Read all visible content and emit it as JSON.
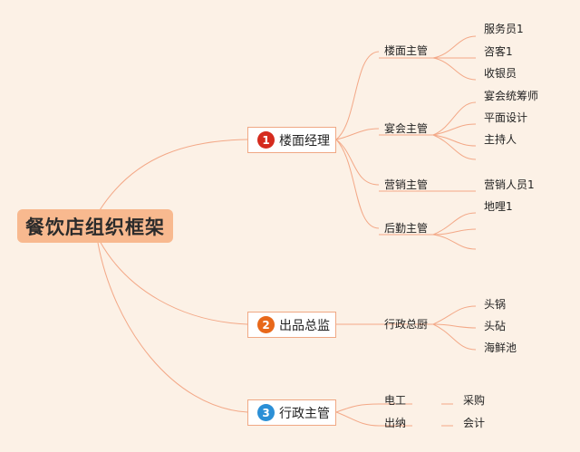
{
  "root": {
    "label": "餐饮店组织框架"
  },
  "branches": [
    {
      "number": "1",
      "label": "楼面经理",
      "badge_color": "#d52b1e"
    },
    {
      "number": "2",
      "label": "出品总监",
      "badge_color": "#e8681a"
    },
    {
      "number": "3",
      "label": "行政主管",
      "badge_color": "#2b8fd6"
    }
  ],
  "level2": {
    "floor_manager": "楼面主管",
    "banquet_manager": "宴会主管",
    "sales_manager": "营销主管",
    "logistics_manager": "后勤主管",
    "executive_chef": "行政总厨",
    "electrician": "电工",
    "cashier_admin": "出纳"
  },
  "level3": {
    "waiter": "服务员1",
    "hostess": "咨客1",
    "cashier": "收银员",
    "banquet_planner": "宴会统筹师",
    "graphic_design": "平面设计",
    "host": "主持人",
    "sales_staff": "营销人员1",
    "dili": "地哩1",
    "head_wok": "头锅",
    "head_board": "头砧",
    "seafood_tank": "海鲜池",
    "purchasing": "采购",
    "accountant": "会计"
  },
  "colors": {
    "line": "#f3a887",
    "background": "#fcf1e6",
    "root_fill": "#f8b98f"
  }
}
